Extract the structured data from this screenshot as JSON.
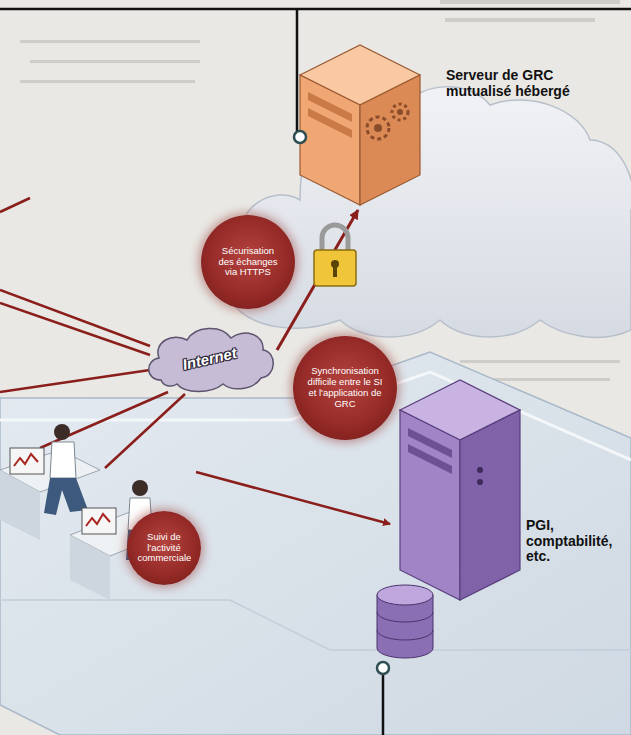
{
  "diagram": {
    "nodes": [
      {
        "text": [
          "Serveur de GRC mutualisé hébergé"
        ]
      },
      {
        "text": [
          "Sécurisation des échanges via HTTPS"
        ]
      },
      {
        "text": [
          "Internet"
        ]
      },
      {
        "text": [
          "Synchronisation difficile entre le SI et l'application de GRC"
        ]
      },
      {
        "text": [
          "Suivi de l'activité commerciale"
        ]
      },
      {
        "text": [
          "PGI, comptabilité, etc."
        ]
      }
    ],
    "edges": [
      {
        "from": 2,
        "to": 0,
        "arrow": "to"
      }
    ]
  }
}
